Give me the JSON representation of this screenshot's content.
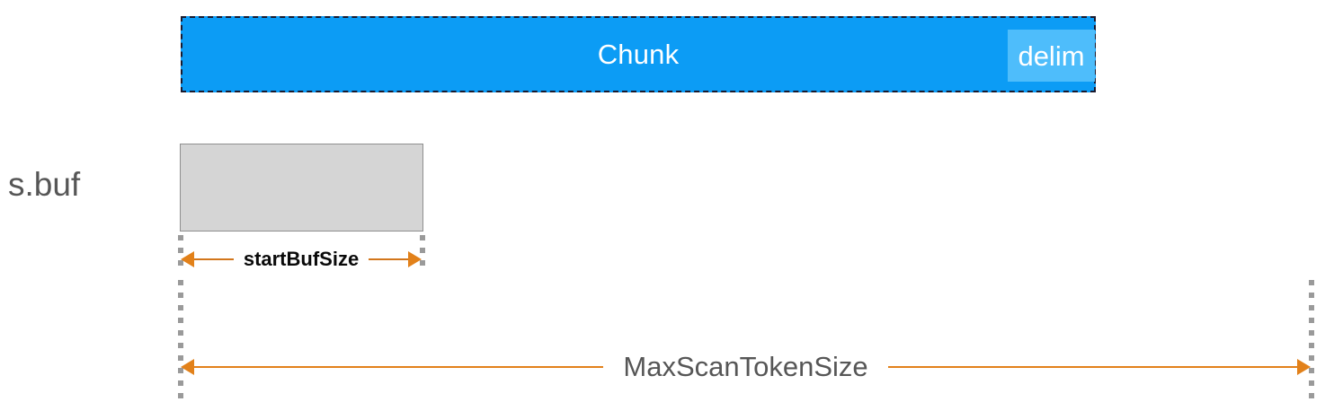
{
  "diagram": {
    "title": "Scanner buffer growth diagram",
    "colors": {
      "chunk_fill": "#0c9cf5",
      "chunk_border": "#1a1a2e",
      "delim_fill": "#4ebdfb",
      "buffer_fill": "#d5d5d5",
      "buffer_border": "#8f8f8f",
      "arrow": "#e2811a",
      "guide": "#9a9a9a",
      "label_gray": "#565656",
      "label_black": "#0a0a0a",
      "label_white": "#ffffff"
    }
  },
  "chunk": {
    "label": "Chunk",
    "delim_label": "delim"
  },
  "buffer": {
    "row_label": "s.buf"
  },
  "measures": {
    "start_buf_size": "startBufSize",
    "max_scan_token_size": "MaxScanTokenSize"
  }
}
